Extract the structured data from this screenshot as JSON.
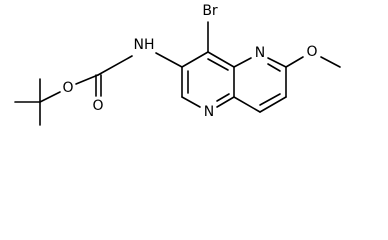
{
  "molecule": {
    "atoms": {
      "br": "Br",
      "nh": "NH",
      "o_ester": "O",
      "o_carbonyl": "O",
      "o_methoxy": "O",
      "n_upper": "N",
      "n_lower": "N"
    },
    "colors": {
      "bond": "#000000",
      "label": "#000000",
      "background": "#ffffff"
    }
  }
}
